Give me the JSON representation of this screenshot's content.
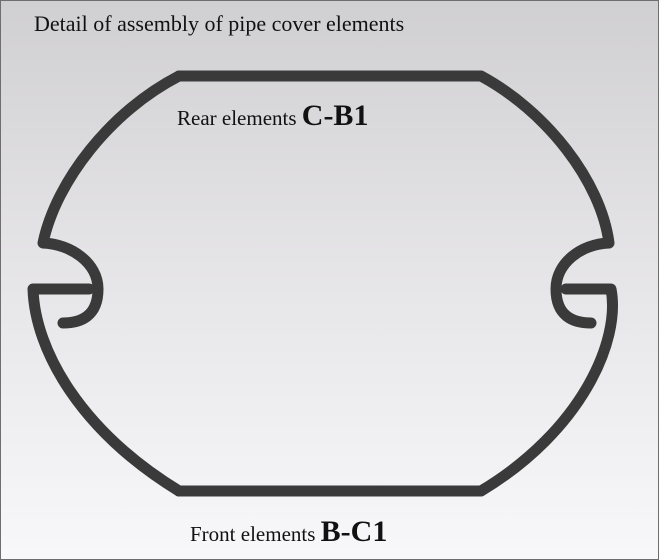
{
  "figure": {
    "title": "Detail of assembly of pipe cover elements"
  },
  "rear": {
    "prefix": "Rear elements",
    "code": "C-B1"
  },
  "front": {
    "prefix": "Front elements",
    "code": "B-C1"
  },
  "colors": {
    "outline": "#3a3a3a",
    "text": "#111111",
    "background_top": "#d0cfd2",
    "background_bottom": "#f8f8fa"
  }
}
